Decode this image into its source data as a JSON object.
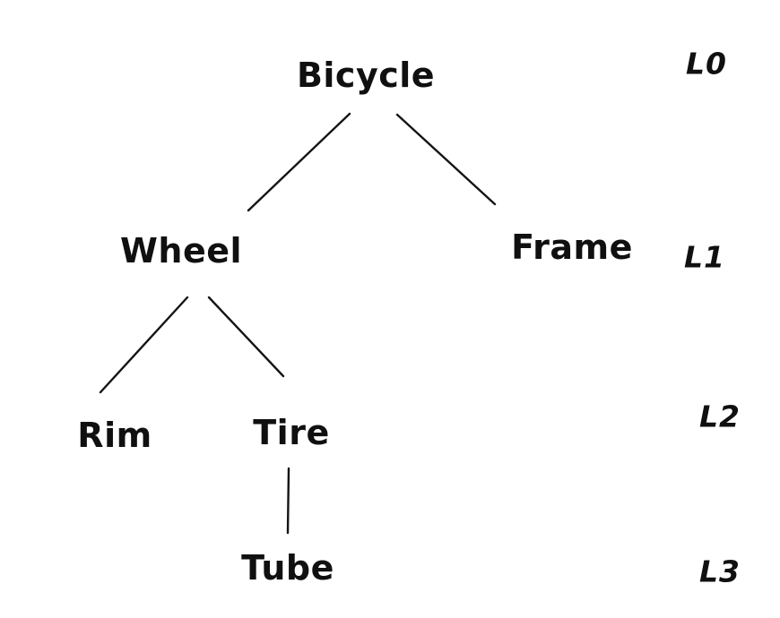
{
  "tree": {
    "description": "Hand-drawn hierarchy tree of bicycle parts with depth level labels",
    "nodes": [
      {
        "id": "bicycle",
        "label": "Bicycle",
        "level": "L0"
      },
      {
        "id": "wheel",
        "label": "Wheel",
        "level": "L1"
      },
      {
        "id": "frame",
        "label": "Frame",
        "level": "L1"
      },
      {
        "id": "rim",
        "label": "Rim",
        "level": "L2"
      },
      {
        "id": "tire",
        "label": "Tire",
        "level": "L2"
      },
      {
        "id": "tube",
        "label": "Tube",
        "level": "L3"
      }
    ],
    "edges": [
      {
        "from": "Bicycle",
        "to": "Wheel"
      },
      {
        "from": "Bicycle",
        "to": "Frame"
      },
      {
        "from": "Wheel",
        "to": "Rim"
      },
      {
        "from": "Wheel",
        "to": "Tire"
      },
      {
        "from": "Tire",
        "to": "Tube"
      }
    ],
    "levels": [
      {
        "label": "L0"
      },
      {
        "label": "L1"
      },
      {
        "label": "L2"
      },
      {
        "label": "L3"
      }
    ],
    "colors": {
      "ink": "#141414",
      "background": "#ffffff"
    }
  }
}
